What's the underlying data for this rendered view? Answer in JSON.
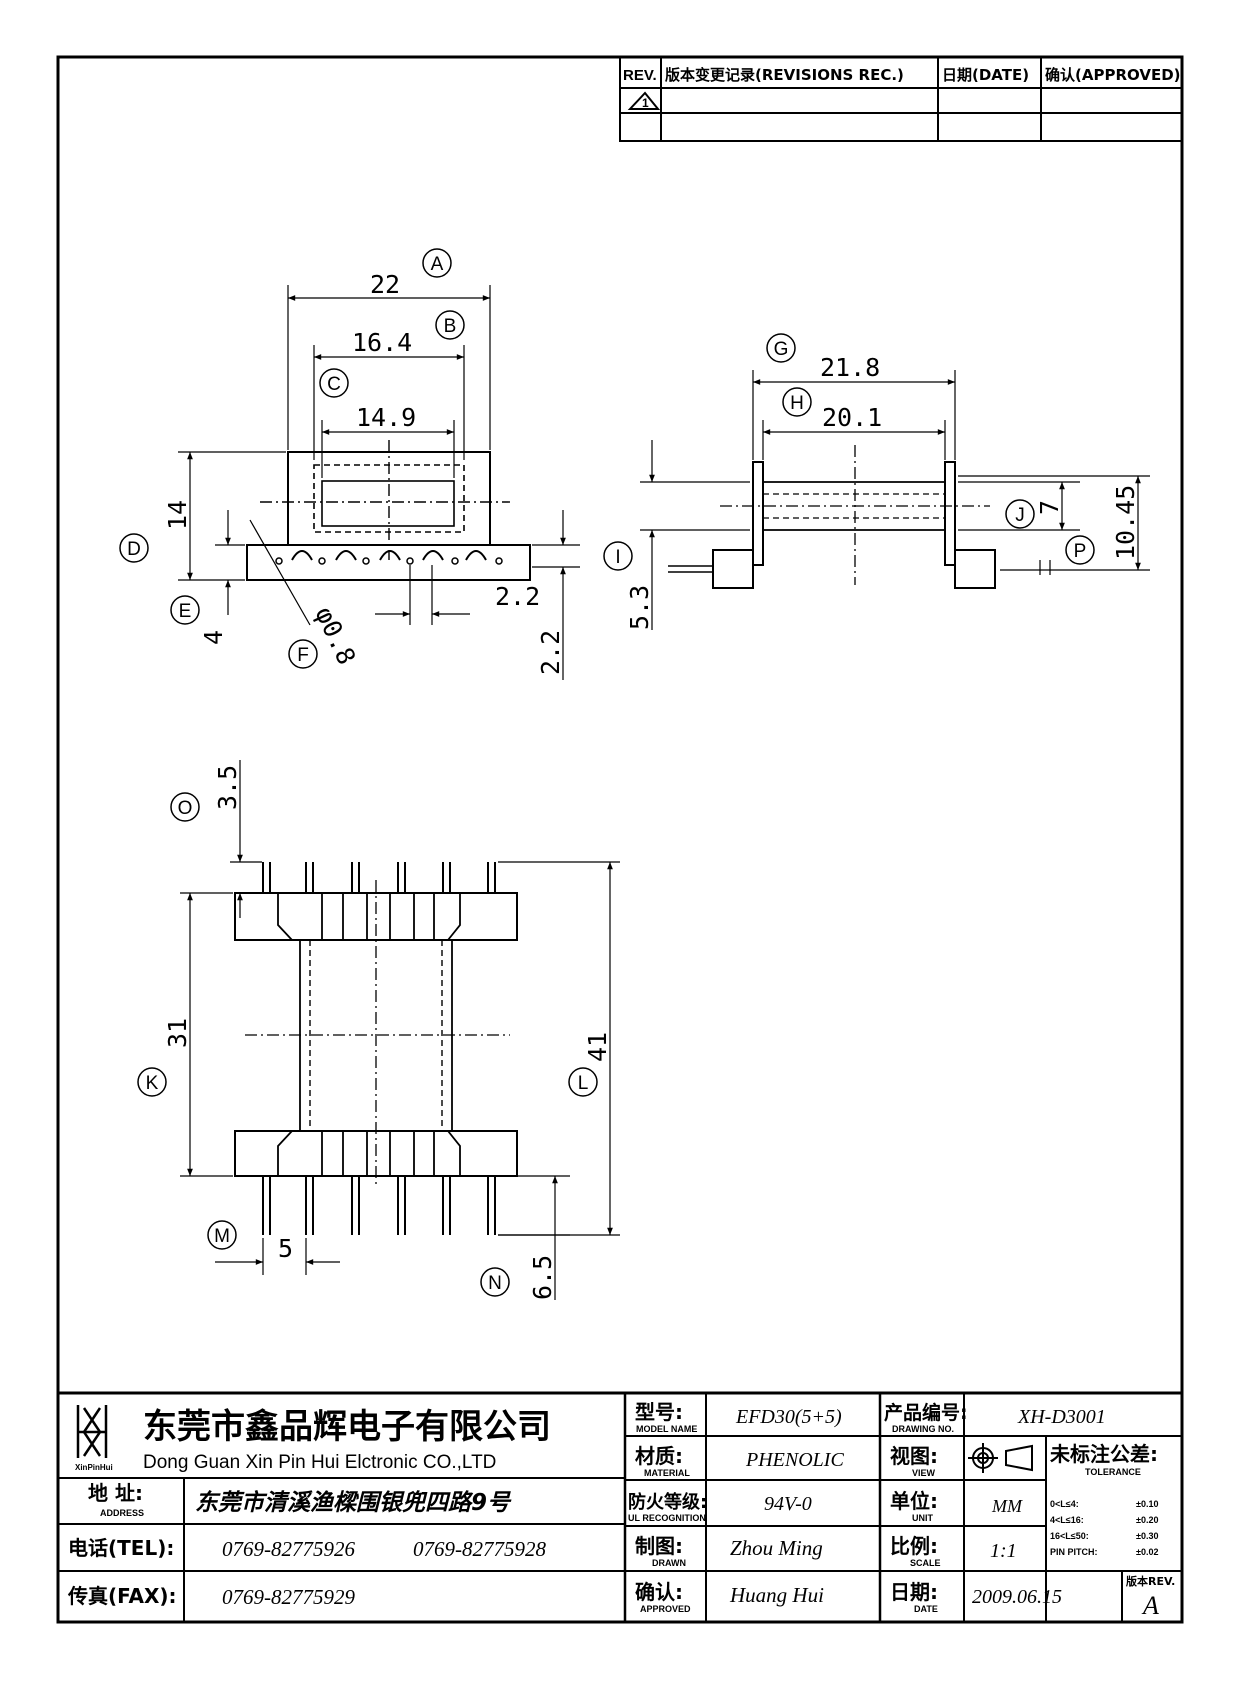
{
  "revision_table": {
    "headers": [
      "REV.",
      "版本变更记录(REVISIONS REC.)",
      "日期(DATE)",
      "确认(APPROVED)"
    ],
    "rows": [
      {
        "rev": "1"
      },
      {
        "rev": ""
      }
    ]
  },
  "front_view": {
    "dims": {
      "A": "22",
      "B": "16.4",
      "C": "14.9",
      "D": "14",
      "E": "4",
      "F": "φ0.8",
      "pitch": "2.2",
      "pin_h": "2.2"
    },
    "callouts": [
      "A",
      "B",
      "C",
      "D",
      "E",
      "F"
    ]
  },
  "side_view": {
    "dims": {
      "G": "21.8",
      "H": "20.1",
      "I": "5.3",
      "J": "7",
      "P": "10.45"
    },
    "callouts": [
      "G",
      "H",
      "I",
      "J",
      "P"
    ]
  },
  "bottom_view": {
    "dims": {
      "O": "3.5",
      "K": "31",
      "L": "41",
      "M": "5",
      "N": "6.5"
    },
    "callouts": [
      "O",
      "K",
      "L",
      "M",
      "N"
    ],
    "pins_per_row": 6
  },
  "title_block": {
    "company_cn": "东莞市鑫品辉电子有限公司",
    "company_en": "Dong Guan Xin Pin Hui Elctronic CO.,LTD",
    "logo_text": "XinPinHui",
    "address_label_cn": "地  址:",
    "address_label_en": "ADDRESS",
    "address": "东莞市清溪渔樑围银兜四路9号",
    "tel_label": "电话(TEL):",
    "tel1": "0769-82775926",
    "tel2": "0769-82775928",
    "fax_label": "传真(FAX):",
    "fax": "0769-82775929",
    "model_label_cn": "型号:",
    "model_label_en": "MODEL NAME",
    "model": "EFD30(5+5)",
    "material_label_cn": "材质:",
    "material_label_en": "MATERIAL",
    "material": "PHENOLIC",
    "ul_label_cn": "防火等级:",
    "ul_label_en": "UL RECOGNITION",
    "ul": "94V-0",
    "drawn_label_cn": "制图:",
    "drawn_label_en": "DRAWN",
    "drawn": "Zhou Ming",
    "approved_label_cn": "确认:",
    "approved_label_en": "APPROVED",
    "approved": "Huang Hui",
    "drawing_no_label_cn": "产品编号:",
    "drawing_no_label_en": "DRAWING NO.",
    "drawing_no": "XH-D3001",
    "view_label_cn": "视图:",
    "view_label_en": "VIEW",
    "unit_label_cn": "单位:",
    "unit_label_en": "UNIT",
    "unit": "MM",
    "scale_label_cn": "比例:",
    "scale_label_en": "SCALE",
    "scale": "1:1",
    "date_label_cn": "日期:",
    "date_label_en": "DATE",
    "date": "2009.06.15",
    "tolerance_title": "未标注公差:",
    "tolerance_sub": "TOLERANCE",
    "tolerances": [
      {
        "range": "0<L≤4:",
        "value": "±0.10"
      },
      {
        "range": "4<L≤16:",
        "value": "±0.20"
      },
      {
        "range": "16<L≤50:",
        "value": "±0.30"
      },
      {
        "range": "PIN PITCH:",
        "value": "±0.02"
      }
    ],
    "rev_label": "版本REV.",
    "rev": "A"
  }
}
